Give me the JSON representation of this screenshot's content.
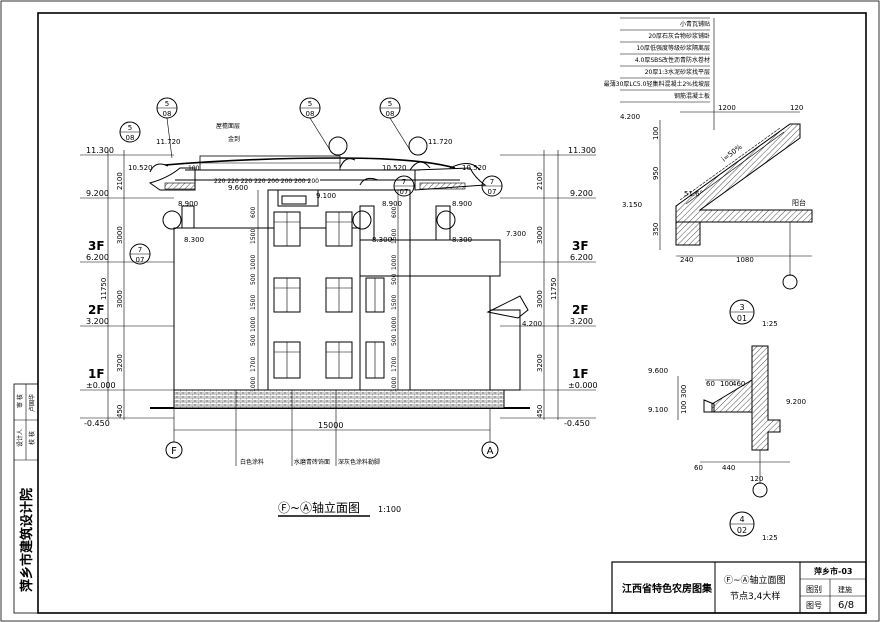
{
  "title_block": {
    "org": "萍乡市建筑设计院",
    "reviewer_label": "审 核",
    "reviewer_name": "卢国华",
    "designer_label": "设计人",
    "checker_label": "校 核",
    "collection": "江西省特色农房图集",
    "drawing_title_1": "Ⓕ~Ⓐ轴立面图",
    "drawing_title_2": "节点3,4大样",
    "drawing_code": "萍乡市-03",
    "category_label": "图别",
    "category_value": "建施",
    "sheet_label": "图号",
    "sheet_value": "6/8"
  },
  "elevation": {
    "title": "Ⓕ~Ⓐ轴立面图",
    "scale": "1:100",
    "left_axis": "F",
    "right_axis": "A",
    "total_width": "15000",
    "floors": [
      "1F",
      "2F",
      "3F"
    ],
    "left_levels": [
      "11.300",
      "9.200",
      "6.200",
      "3.200",
      "±0.000",
      "-0.450"
    ],
    "right_levels": [
      "11.300",
      "9.200",
      "6.200",
      "3.200",
      "±0.000",
      "-0.450"
    ],
    "side_dims": [
      "2100",
      "3000",
      "3000",
      "3200",
      "450",
      "11750"
    ],
    "right_side_dims": [
      "2100",
      "3000",
      "3000",
      "3200",
      "450",
      "11750"
    ],
    "roof_levels": [
      "11.720",
      "11.720",
      "10.520",
      "10.520",
      "10.520",
      "9.600",
      "9.100",
      "8.900",
      "8.900",
      "8.900",
      "8.300",
      "8.300",
      "8.300",
      "7.300",
      "4.200"
    ],
    "eave_spacing": "220 220 220 220 200 200 200 200",
    "eave_100": "100",
    "callouts": [
      {
        "num": "5",
        "sheet": "08"
      },
      {
        "num": "5",
        "sheet": "08"
      },
      {
        "num": "5",
        "sheet": "08"
      },
      {
        "num": "5",
        "sheet": "08"
      },
      {
        "num": "7",
        "sheet": "07"
      },
      {
        "num": "7",
        "sheet": "07"
      },
      {
        "num": "7",
        "sheet": "07"
      }
    ],
    "window_dims": [
      "600",
      "1500",
      "1000",
      "500",
      "1500",
      "1000",
      "500",
      "1700",
      "1000"
    ],
    "leader_top_1": "屋檐面层",
    "leader_top_2": "金到",
    "notes": [
      "白色涂料",
      "水磨青砖饰面",
      "深灰色涂料勒脚"
    ]
  },
  "layers": [
    "小青瓦铺贴",
    "20厚石灰合物砂浆铺卧",
    "10厚低强度等级砂浆隔离层",
    "4.0厚SBS改性沥青防水卷材",
    "20厚1:3水泥砂浆找平层",
    "最薄30厚LC5.0轻集料混凝土2%找坡层",
    "钢筋混凝土板"
  ],
  "detail3": {
    "dims_top": [
      "1200",
      "120"
    ],
    "dims_bottom": [
      "240",
      "1080"
    ],
    "levels": [
      "4.200",
      "3.150"
    ],
    "left_dims": [
      "100",
      "950",
      "350"
    ],
    "slope": "i=50%",
    "angle": "51.6°",
    "note": "阳台",
    "num": "3",
    "sheet": "01",
    "scale": "1:25"
  },
  "detail4": {
    "levels": [
      "9.600",
      "9.100",
      "9.200"
    ],
    "dims_top": [
      "60",
      "100",
      "460"
    ],
    "dims_left": [
      "100",
      "300"
    ],
    "dims_bottom": [
      "60",
      "440",
      "120"
    ],
    "num": "4",
    "sheet": "02",
    "scale": "1:25"
  }
}
